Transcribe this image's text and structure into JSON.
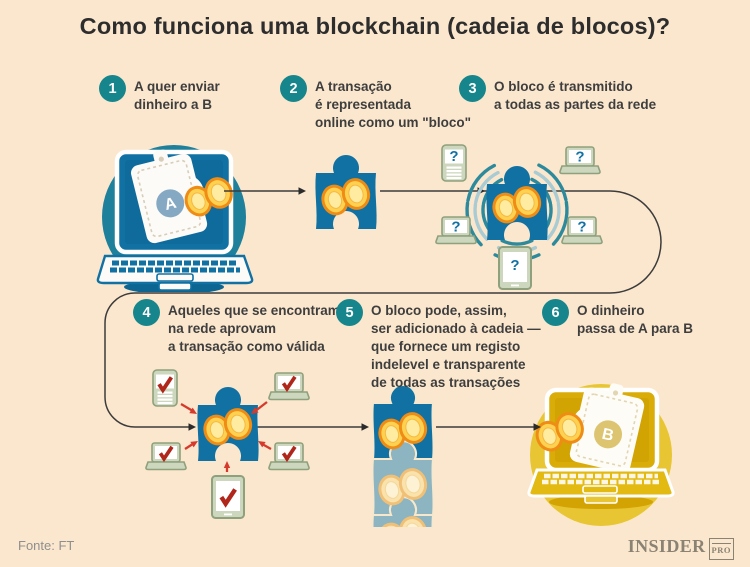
{
  "page": {
    "title": "Como funciona uma blockchain (cadeia de blocos)?"
  },
  "steps": [
    {
      "num": "1",
      "text": "A quer enviar\ndinheiro a B"
    },
    {
      "num": "2",
      "text": "A transação\né representada\nonline como um \"bloco\""
    },
    {
      "num": "3",
      "text": "O bloco é transmitido\na todas as partes da rede"
    },
    {
      "num": "4",
      "text": "Aqueles que se encontram\nna rede aprovam\na transação como válida"
    },
    {
      "num": "5",
      "text": "O bloco pode, assim,\nser adicionado à cadeia —\nque fornece um registo\nindelevel e transparente\nde todas as transações"
    },
    {
      "num": "6",
      "text": "O dinheiro\npassa de A para B"
    }
  ],
  "illustration": {
    "letter_a": "A",
    "letter_b": "B",
    "question_mark": "?",
    "icons": [
      "laptop-icon",
      "wallet-icon",
      "coins-icon",
      "puzzle-block-icon",
      "phone-icon",
      "tablet-icon",
      "wifi-waves-icon",
      "checkmark-icon",
      "arrow-icon"
    ]
  },
  "footer": {
    "source": "Fonte: FT",
    "logo_main": "INSIDER",
    "logo_sub": "PRO"
  },
  "colors": {
    "background": "#fbe7cd",
    "badge_teal": "#17868c",
    "blockchain_blue": "#1171a3",
    "circle_teal": "#1f809b",
    "faded_block_blue": "#8cb4c1",
    "coin_gold": "#ffd150",
    "coin_outline": "#ee8c15",
    "laptop_b_gold": "#e8c532",
    "device_sage": "#ccd7bd",
    "check_red": "#b0261b",
    "arrow_red": "#d63a2c",
    "flow_line": "#3c3c3c",
    "text": "#3e3e3e"
  }
}
